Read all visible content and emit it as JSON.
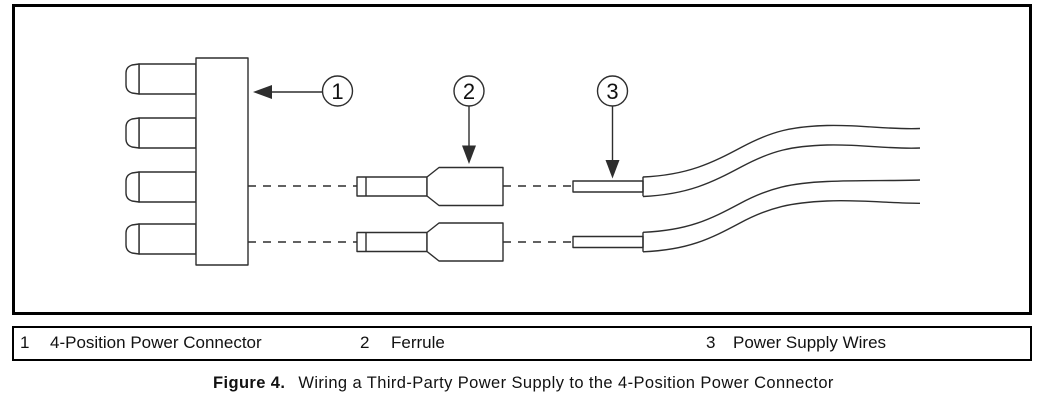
{
  "figure": {
    "callouts": [
      "1",
      "2",
      "3"
    ],
    "legend": [
      {
        "number": "1",
        "label": "4-Position Power Connector"
      },
      {
        "number": "2",
        "label": "Ferrule"
      },
      {
        "number": "3",
        "label": "Power Supply Wires"
      }
    ],
    "caption": {
      "label": "Figure 4.",
      "text": "Wiring a Third-Party Power Supply to the 4-Position Power Connector"
    }
  },
  "colors": {
    "background": "#ffffff",
    "border": "#000000",
    "line": "#2e2e2e",
    "text": "#111111"
  }
}
